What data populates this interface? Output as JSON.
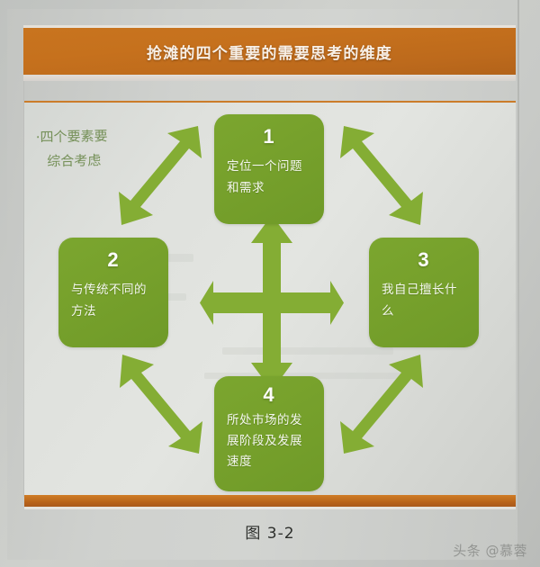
{
  "header": {
    "title": "抢滩的四个重要的需要思考的维度",
    "bar_color": "#c6711d"
  },
  "annotation": {
    "line1": "·四个要素要",
    "line2": "综合考虑",
    "color": "#6d8a4e"
  },
  "diagram": {
    "type": "four-quadrant-relationship",
    "box_color": "#77a12c",
    "arrow_color": "#84ad34",
    "nodes": [
      {
        "num": "1",
        "text": "定位一个问题和需求",
        "position": "top"
      },
      {
        "num": "2",
        "text": "与传统不同的方法",
        "position": "left"
      },
      {
        "num": "3",
        "text": "我自己擅长什么",
        "position": "right"
      },
      {
        "num": "4",
        "text": "所处市场的发展阶段及发展速度",
        "position": "bottom"
      }
    ],
    "center_arrow": "four-way-cross-arrow",
    "diagonal_arrows": [
      "top-left-double-arrow",
      "top-right-double-arrow",
      "bottom-left-double-arrow",
      "bottom-right-double-arrow"
    ]
  },
  "caption": "图 3-2",
  "watermark": "头条 @慕蓉"
}
